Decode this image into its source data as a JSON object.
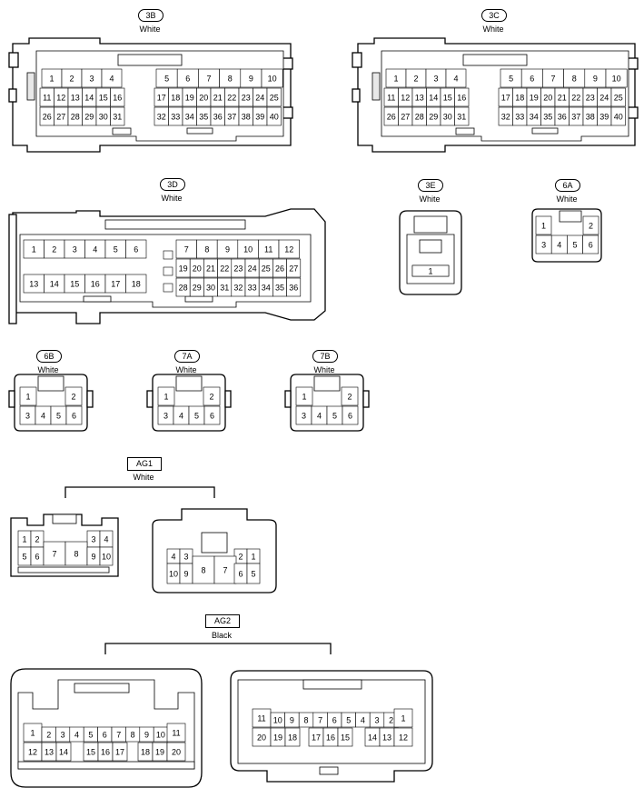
{
  "connectors": {
    "c3B": {
      "label": "3B",
      "color": "White",
      "pins": [
        "1",
        "2",
        "3",
        "4",
        "11",
        "12",
        "13",
        "14",
        "15",
        "16",
        "26",
        "27",
        "28",
        "29",
        "30",
        "31",
        "5",
        "6",
        "7",
        "8",
        "9",
        "10",
        "17",
        "18",
        "19",
        "20",
        "21",
        "22",
        "23",
        "24",
        "25",
        "32",
        "33",
        "34",
        "35",
        "36",
        "37",
        "38",
        "39",
        "40"
      ]
    },
    "c3C": {
      "label": "3C",
      "color": "White",
      "pins": [
        "1",
        "2",
        "3",
        "4",
        "11",
        "12",
        "13",
        "14",
        "15",
        "16",
        "26",
        "27",
        "28",
        "29",
        "30",
        "31",
        "5",
        "6",
        "7",
        "8",
        "9",
        "10",
        "17",
        "18",
        "19",
        "20",
        "21",
        "22",
        "23",
        "24",
        "25",
        "32",
        "33",
        "34",
        "35",
        "36",
        "37",
        "38",
        "39",
        "40"
      ]
    },
    "c3D": {
      "label": "3D",
      "color": "White",
      "pins": [
        "1",
        "2",
        "3",
        "4",
        "5",
        "6",
        "13",
        "14",
        "15",
        "16",
        "17",
        "18",
        "7",
        "8",
        "9",
        "10",
        "11",
        "12",
        "19",
        "20",
        "21",
        "22",
        "23",
        "24",
        "25",
        "26",
        "27",
        "28",
        "29",
        "30",
        "31",
        "32",
        "33",
        "34",
        "35",
        "36"
      ]
    },
    "c3E": {
      "label": "3E",
      "color": "White",
      "pins": [
        "1"
      ]
    },
    "c6A": {
      "label": "6A",
      "color": "White",
      "pins": [
        "1",
        "2",
        "3",
        "4",
        "5",
        "6"
      ]
    },
    "c6B": {
      "label": "6B",
      "color": "White",
      "pins": [
        "1",
        "2",
        "3",
        "4",
        "5",
        "6"
      ]
    },
    "c7A": {
      "label": "7A",
      "color": "White",
      "pins": [
        "1",
        "2",
        "3",
        "4",
        "5",
        "6"
      ]
    },
    "c7B": {
      "label": "7B",
      "color": "White",
      "pins": [
        "1",
        "2",
        "3",
        "4",
        "5",
        "6"
      ]
    },
    "ag1": {
      "label": "AG1",
      "color": "White",
      "left_pins": [
        "1",
        "2",
        "3",
        "4",
        "5",
        "6",
        "7",
        "8",
        "9",
        "10"
      ],
      "right_pins": [
        "4",
        "3",
        "2",
        "1",
        "10",
        "9",
        "8",
        "7",
        "6",
        "5"
      ]
    },
    "ag2": {
      "label": "AG2",
      "color": "Black",
      "left_pins": [
        "1",
        "2",
        "3",
        "4",
        "5",
        "6",
        "7",
        "8",
        "9",
        "10",
        "11",
        "12",
        "13",
        "14",
        "15",
        "16",
        "17",
        "18",
        "19",
        "20"
      ],
      "right_pins": [
        "11",
        "10",
        "9",
        "8",
        "7",
        "6",
        "5",
        "4",
        "3",
        "2",
        "1",
        "20",
        "19",
        "18",
        "17",
        "16",
        "15",
        "14",
        "13",
        "12"
      ]
    }
  }
}
